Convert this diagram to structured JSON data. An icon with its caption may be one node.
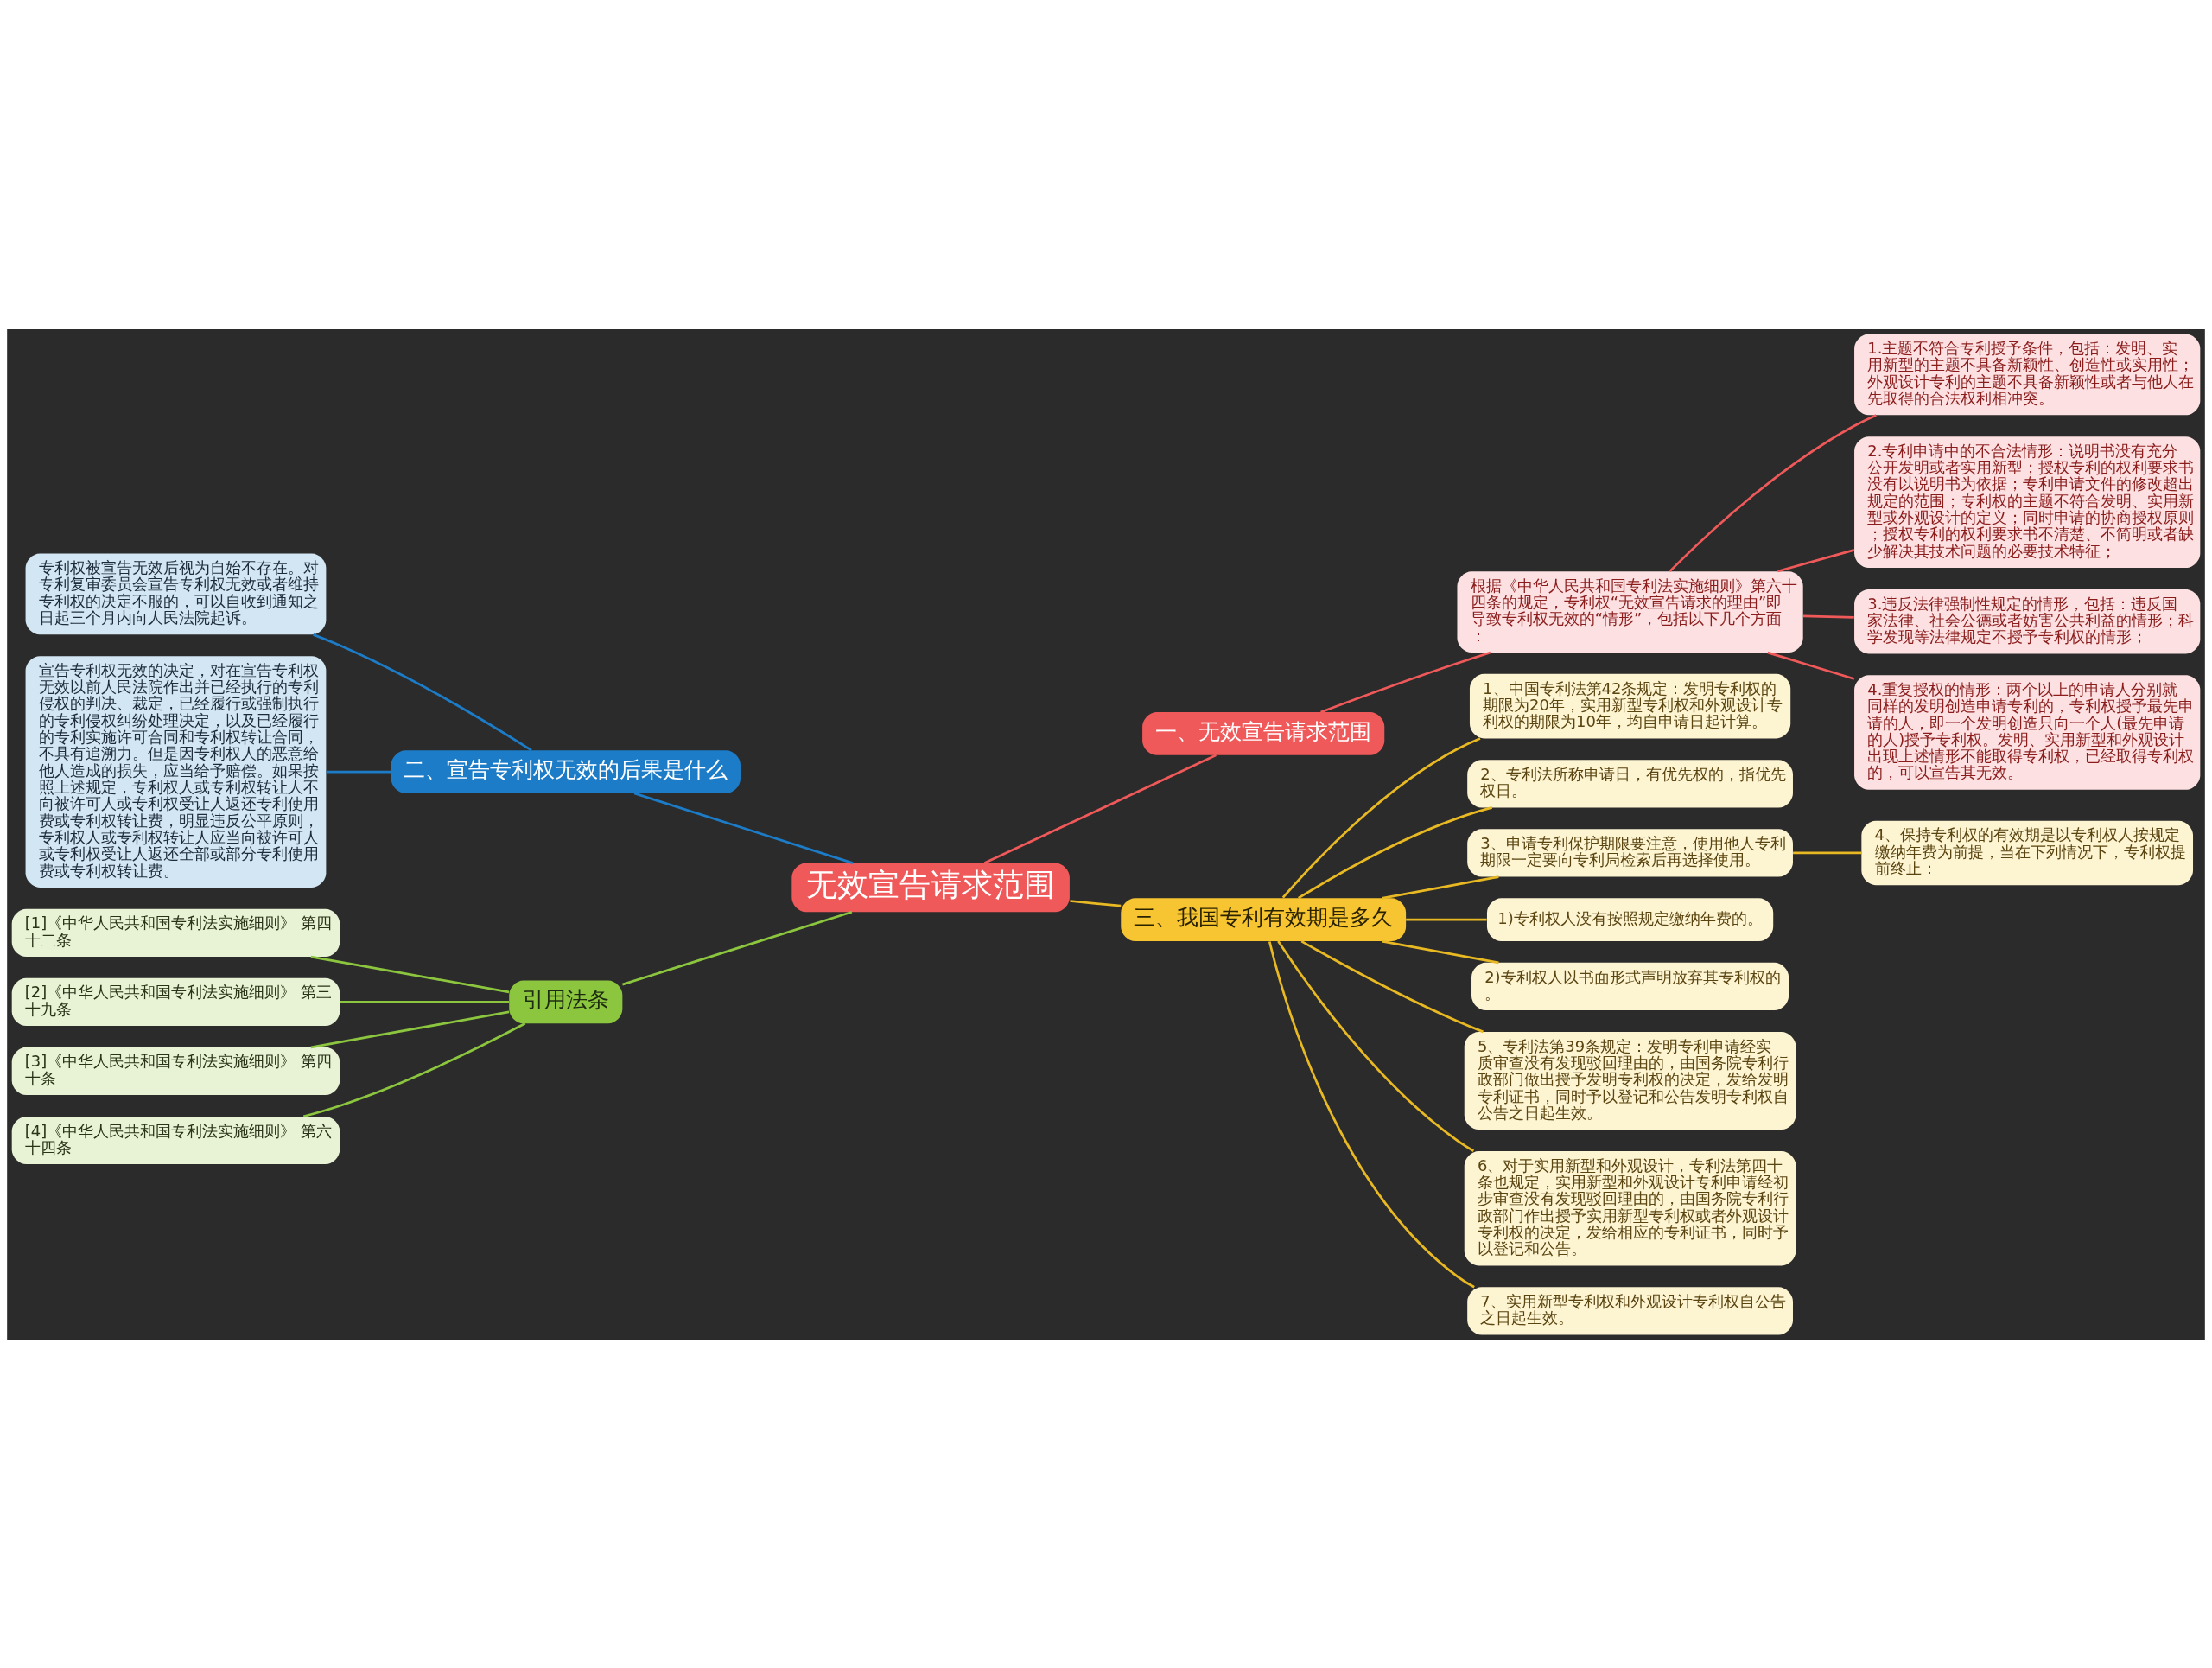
{
  "diagram": {
    "nodes": [
      {
        "text": [
          "无效宣告请求范围"
        ]
      },
      {
        "text": [
          "一、无效宣告请求范围"
        ]
      },
      {
        "text": [
          "根据《中华人民共和国专利法实施细则》第六十四条的规定，专利权“无效宣告请求的理由”即导致专利权无效的“情形”，包括以下几个方面："
        ]
      },
      {
        "text": [
          "1.主题不符合专利授予条件，包括：发明、实用新型的主题不具备新颖性、创造性或实用性；外观设计专利的主题不具备新颖性或者与他人在先取得的合法权利相冲突。"
        ]
      },
      {
        "text": [
          "2.专利申请中的不合法情形：说明书没有充分公开发明或者实用新型；授权专利的权利要求书没有以说明书为依据；专利申请文件的修改超出规定的范围；专利权的主题不符合发明、实用新型或外观设计的定义；同时申请的协商授权原则；授权专利的权利要求书不清楚、不简明或者缺少解决其技术问题的必要技术特征；"
        ]
      },
      {
        "text": [
          "3.违反法律强制性规定的情形，包括：违反国家法律、社会公德或者妨害公共利益的情形；科学发现等法律规定不授予专利权的情形；"
        ]
      },
      {
        "text": [
          "4.重复授权的情形：两个以上的申请人分别就同样的发明创造申请专利的，专利权授予最先申请的人，即一个发明创造只向一个人(最先申请的人)授予专利权。发明、实用新型和外观设计出现上述情形不能取得专利权，已经取得专利权的，可以宣告其无效。"
        ]
      },
      {
        "text": [
          "二、宣告专利权无效的后果是什么"
        ]
      },
      {
        "text": [
          "专利权被宣告无效后视为自始不存在。对专利复审委员会宣告专利权无效或者维持专利权的决定不服的，可以自收到通知之日起三个月内向人民法院起诉。"
        ]
      },
      {
        "text": [
          "宣告专利权无效的决定，对在宣告专利权无效以前人民法院作出并已经执行的专利侵权的判决、裁定，已经履行或强制执行的专利侵权纠纷处理决定，以及已经履行的专利实施许可合同和专利权转让合同，不具有追溯力。但是因专利权人的恶意给他人造成的损失，应当给予赔偿。如果按照上述规定，专利权人或专利权转让人不向被许可人或专利权受让人返还专利使用费或专利权转让费，明显违反公平原则，专利权人或专利权转让人应当向被许可人或专利权受让人返还全部或部分专利使用费或专利权转让费。"
        ]
      },
      {
        "text": [
          "引用法条"
        ]
      },
      {
        "text": [
          "[1]《中华人民共和国专利法实施细则》 第四十二条"
        ]
      },
      {
        "text": [
          "[2]《中华人民共和国专利法实施细则》 第三十九条"
        ]
      },
      {
        "text": [
          "[3]《中华人民共和国专利法实施细则》 第四十条"
        ]
      },
      {
        "text": [
          "[4]《中华人民共和国专利法实施细则》 第六十四条"
        ]
      },
      {
        "text": [
          "三、我国专利有效期是多久"
        ]
      },
      {
        "text": [
          "1、中国专利法第42条规定：发明专利权的期限为20年，实用新型专利权和外观设计专利权的期限为10年，均自申请日起计算。"
        ]
      },
      {
        "text": [
          "2、专利法所称申请日，有优先权的，指优先权日。"
        ]
      },
      {
        "text": [
          "3、申请专利保护期限要注意，使用他人专利期限一定要向专利局检索后再选择使用。"
        ]
      },
      {
        "text": [
          "4、保持专利权的有效期是以专利权人按规定缴纳年费为前提，当在下列情况下，专利权提前终止："
        ]
      },
      {
        "text": [
          "1)专利权人没有按照规定缴纳年费的。"
        ]
      },
      {
        "text": [
          "2)专利权人以书面形式声明放弃其专利权的。"
        ]
      },
      {
        "text": [
          "5、专利法第39条规定：发明专利申请经实质审查没有发现驳回理由的，由国务院专利行政部门做出授予发明专利权的决定，发给发明专利证书，同时予以登记和公告发明专利权自公告之日起生效。"
        ]
      },
      {
        "text": [
          "6、对于实用新型和外观设计，专利法第四十条也规定，实用新型和外观设计专利申请经初步审查没有发现驳回理由的，由国务院专利行政部门作出授予实用新型专利权或者外观设计专利权的决定，发给相应的专利证书，同时予以登记和公告。"
        ]
      },
      {
        "text": [
          "7、实用新型专利权和外观设计专利权自公告之日起生效。"
        ]
      }
    ],
    "edges": [
      {
        "from": 0,
        "to": 1,
        "arrow": "none",
        "color": "#f0595a"
      },
      {
        "from": 1,
        "to": 2,
        "arrow": "none",
        "color": "#f0595a"
      },
      {
        "from": 2,
        "to": 3,
        "arrow": "none",
        "color": "#f0595a"
      },
      {
        "from": 2,
        "to": 4,
        "arrow": "none",
        "color": "#f0595a"
      },
      {
        "from": 2,
        "to": 5,
        "arrow": "none",
        "color": "#f0595a"
      },
      {
        "from": 2,
        "to": 6,
        "arrow": "none",
        "color": "#f0595a"
      },
      {
        "from": 0,
        "to": 7,
        "arrow": "none",
        "color": "#1c7cc7"
      },
      {
        "from": 7,
        "to": 8,
        "arrow": "none",
        "color": "#1c7cc7"
      },
      {
        "from": 7,
        "to": 9,
        "arrow": "none",
        "color": "#1c7cc7"
      },
      {
        "from": 0,
        "to": 10,
        "arrow": "none",
        "color": "#8cc63f"
      },
      {
        "from": 10,
        "to": 11,
        "arrow": "none",
        "color": "#8cc63f"
      },
      {
        "from": 10,
        "to": 12,
        "arrow": "none",
        "color": "#8cc63f"
      },
      {
        "from": 10,
        "to": 13,
        "arrow": "none",
        "color": "#8cc63f"
      },
      {
        "from": 10,
        "to": 14,
        "arrow": "none",
        "color": "#8cc63f"
      },
      {
        "from": 0,
        "to": 15,
        "arrow": "none"
      },
      {
        "from": 15,
        "to": 16,
        "arrow": "none"
      },
      {
        "from": 15,
        "to": 17,
        "arrow": "none"
      },
      {
        "from": 15,
        "to": 18,
        "arrow": "none"
      },
      {
        "from": 18,
        "to": 19,
        "arrow": "none"
      },
      {
        "from": 15,
        "to": 20,
        "arrow": "none"
      },
      {
        "from": 15,
        "to": 21,
        "arrow": "none"
      },
      {
        "from": 15,
        "to": 22,
        "arrow": "none"
      },
      {
        "from": 15,
        "to": 23,
        "arrow": "none"
      },
      {
        "from": 15,
        "to": 24,
        "arrow": "none"
      }
    ]
  }
}
